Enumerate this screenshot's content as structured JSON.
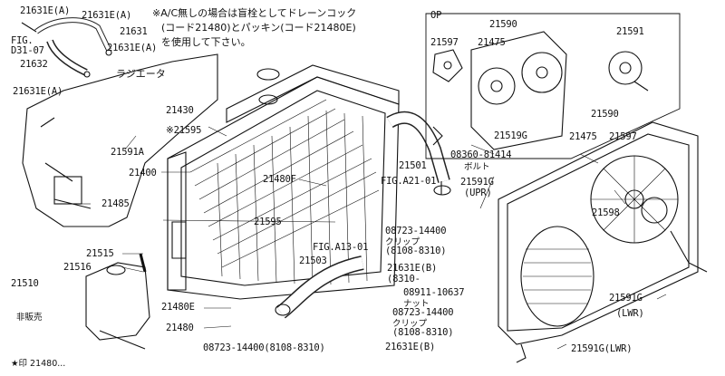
{
  "note": {
    "line1": "※A/C無しの場合は盲栓としてドレーンコック",
    "line2": "(コード21480)とパッキン(コード21480E)",
    "line3": "を使用して下さい。"
  },
  "fig_ref_left": [
    "FIG.",
    "D31-07"
  ],
  "labels": {
    "p21631E_A_1": "21631E(A)",
    "p21631E_A_2": "21631E(A)",
    "p21631": "21631",
    "p21631E_A_3": "21631E(A)",
    "p21632": "21632",
    "radiator_kana": "ラジエータ",
    "p21631E_A_4": "21631E(A)",
    "p21430": "21430",
    "p21595_note": "※21595",
    "p21591A": "21591A",
    "p21400": "21400",
    "p21480F": "21480F",
    "p21485": "21485",
    "p21595": "21595",
    "p21515": "21515",
    "p21516": "21516",
    "p21510": "21510",
    "not_for_sale": "非販売",
    "p21480E": "21480E",
    "p21480": "21480",
    "bottom_left": "08723-14400(8108-8310)",
    "bottom_note": "★印 21480...",
    "op": "OP",
    "p21590_top": "21590",
    "p21597_top": "21597",
    "p21475_top": "21475",
    "p21591": "21591",
    "p21519G": "21519G",
    "p21501": "21501",
    "fig_a21": "FIG.A21-01",
    "p08360": "08360-81414",
    "bolt": "ボルト",
    "p21591G_upr": "21591G",
    "upr": "(UPR)",
    "clip_1": "08723-14400",
    "clip_1_kana": "クリップ",
    "clip_1_range": "(8108-8310)",
    "p21503": "21503",
    "fig_a13": "FIG.A13-01",
    "p21631E_B": "21631E(B)",
    "range_8310": "(8310-",
    "p08911": "08911-10637",
    "nut": "ナット",
    "clip_2": "08723-14400",
    "clip_2_kana": "クリップ",
    "clip_2_range": "(8108-8310)",
    "p21631E_B_2": "21631E(B)",
    "p21590_right": "21590",
    "p21475_right": "21475",
    "p21597_right": "21597",
    "p21598": "21598",
    "p21591G_lwr": "21591G",
    "lwr": "(LWR)",
    "p21591G_lwr2": "21591G(LWR)"
  }
}
